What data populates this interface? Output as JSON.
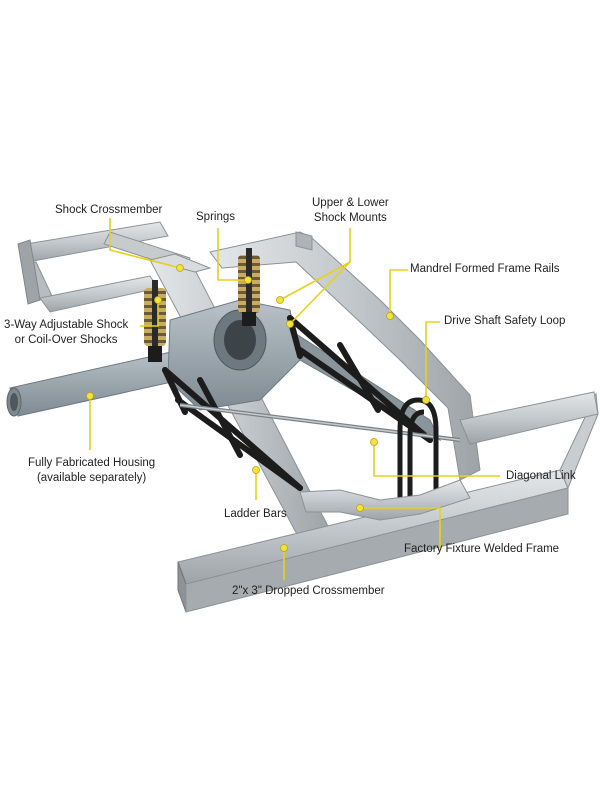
{
  "colors": {
    "leader": "#e6d21a",
    "dot": "#f2e23a",
    "label_text": "#222222",
    "frame_light": "#d7dadc",
    "frame_mid": "#b7bcc0",
    "frame_dark": "#8d9296",
    "bar_black": "#1c1c1c",
    "spring": "#b99a52",
    "housing": "#a3acb3",
    "background": "#ffffff"
  },
  "labels": {
    "shock_crossmember": [
      "Shock Crossmember"
    ],
    "springs": [
      "Springs"
    ],
    "shock_mounts": [
      "Upper & Lower",
      "Shock Mounts"
    ],
    "frame_rails": [
      "Mandrel Formed Frame Rails"
    ],
    "drive_shaft_loop": [
      "Drive Shaft Safety Loop"
    ],
    "adjustable_shock": [
      "3-Way Adjustable Shock",
      "or Coil-Over Shocks"
    ],
    "housing": [
      "Fully Fabricated Housing",
      "(available separately)"
    ],
    "diagonal_link": [
      "Diagonal Link"
    ],
    "ladder_bars": [
      "Ladder Bars"
    ],
    "welded_frame": [
      "Factory Fixture Welded Frame"
    ],
    "dropped_crossmember": [
      "2\"x 3\" Dropped Crossmember"
    ]
  }
}
